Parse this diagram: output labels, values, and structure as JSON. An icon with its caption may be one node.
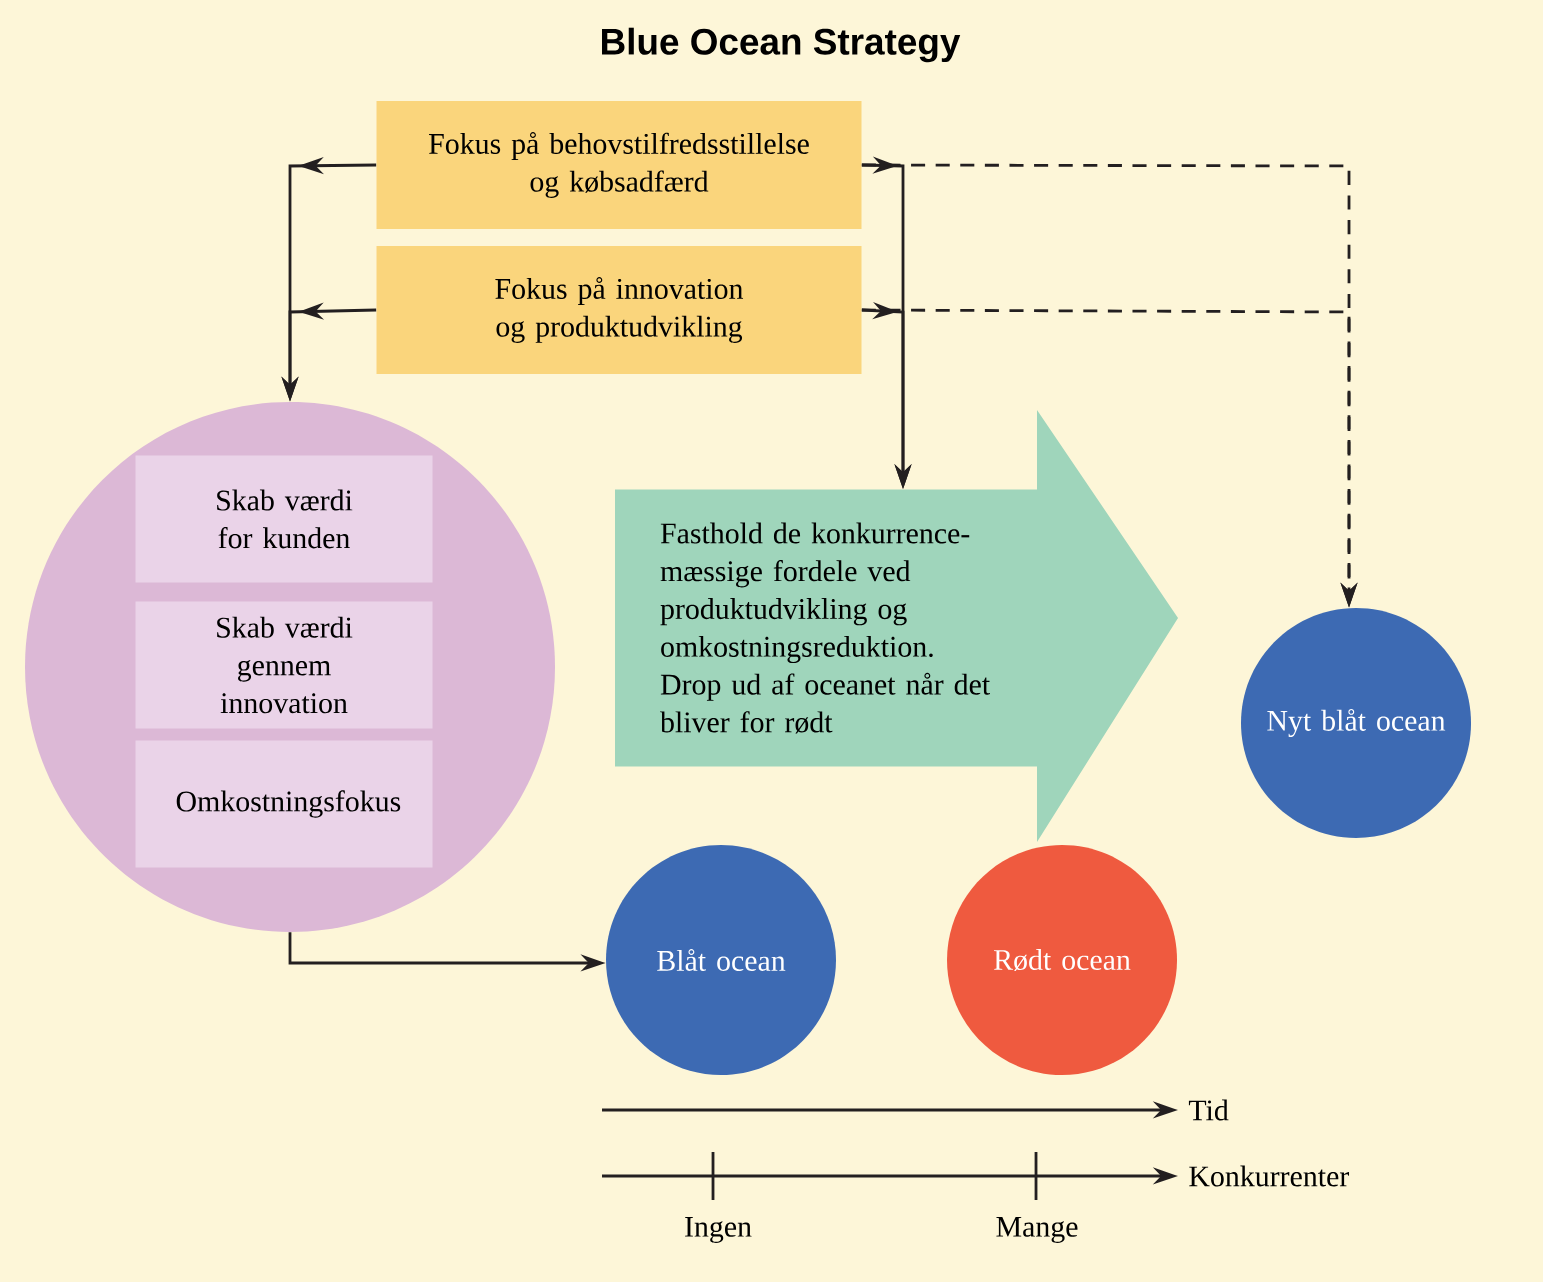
{
  "diagram": {
    "title": "Blue Ocean Strategy",
    "nodes": [
      {
        "text": [
          "Fokus på behovstilfredsstillelse og købsadfærd"
        ]
      },
      {
        "text": [
          "Fokus på innovation og produktudvikling"
        ]
      },
      {
        "text": [],
        "shape": "circle"
      },
      {
        "text": [
          "Skab værdi for kunden"
        ],
        "in": 2
      },
      {
        "text": [
          "Skab værdi gennem innovation"
        ],
        "in": 2
      },
      {
        "text": [
          "Omkostningsfokus"
        ],
        "in": 2
      },
      {
        "text": [
          "Fasthold de konkurrence-mæssige fordele ved produktudvikling og omkostningsreduktion. Drop ud af oceanet når det bliver for rødt"
        ]
      },
      {
        "text": [
          "Blåt ocean"
        ]
      },
      {
        "text": [
          "Rødt ocean"
        ]
      },
      {
        "text": [
          "Nyt blåt ocean"
        ]
      }
    ],
    "edges": [
      {
        "from": 0,
        "to": 9,
        "arrow": "to",
        "style": "dashed"
      },
      {
        "from": 1,
        "to": 9,
        "arrow": "to",
        "style": "dashed"
      },
      {
        "from": 0,
        "to": 2,
        "arrow": "to"
      },
      {
        "from": 1,
        "to": 2,
        "arrow": "to"
      },
      {
        "from": 0,
        "to": 6,
        "arrow": "to"
      },
      {
        "from": 1,
        "to": 6,
        "arrow": "to"
      },
      {
        "from": 2,
        "to": 7,
        "arrow": "to"
      }
    ],
    "labels": [
      "Tid",
      "Konkurrenter",
      "Ingen",
      "Mange"
    ]
  }
}
